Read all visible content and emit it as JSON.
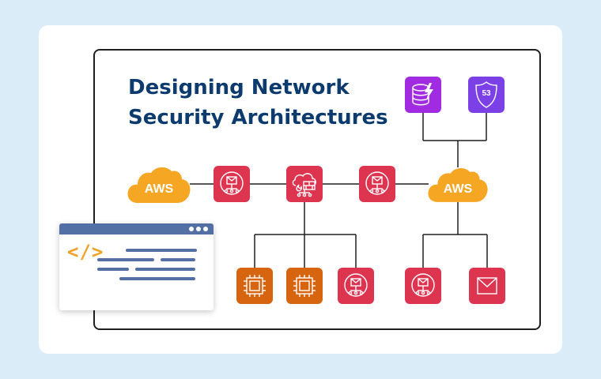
{
  "title": {
    "line1": "Designing Network",
    "line2": "Security Architectures"
  },
  "clouds": [
    {
      "label": "AWS"
    },
    {
      "label": "AWS"
    }
  ],
  "code_window": {
    "glyph": "</>"
  },
  "colors": {
    "background": "#d9ecf8",
    "title": "#0d3b6e",
    "red": "#dd3450",
    "orange": "#d7650f",
    "purple": "#a12be0",
    "violet": "#7c40e7",
    "cloud": "#f5a623",
    "code_accent": "#f0a22b",
    "code_lines": "#5270a3"
  },
  "icons": {
    "route53_badge": "53"
  }
}
